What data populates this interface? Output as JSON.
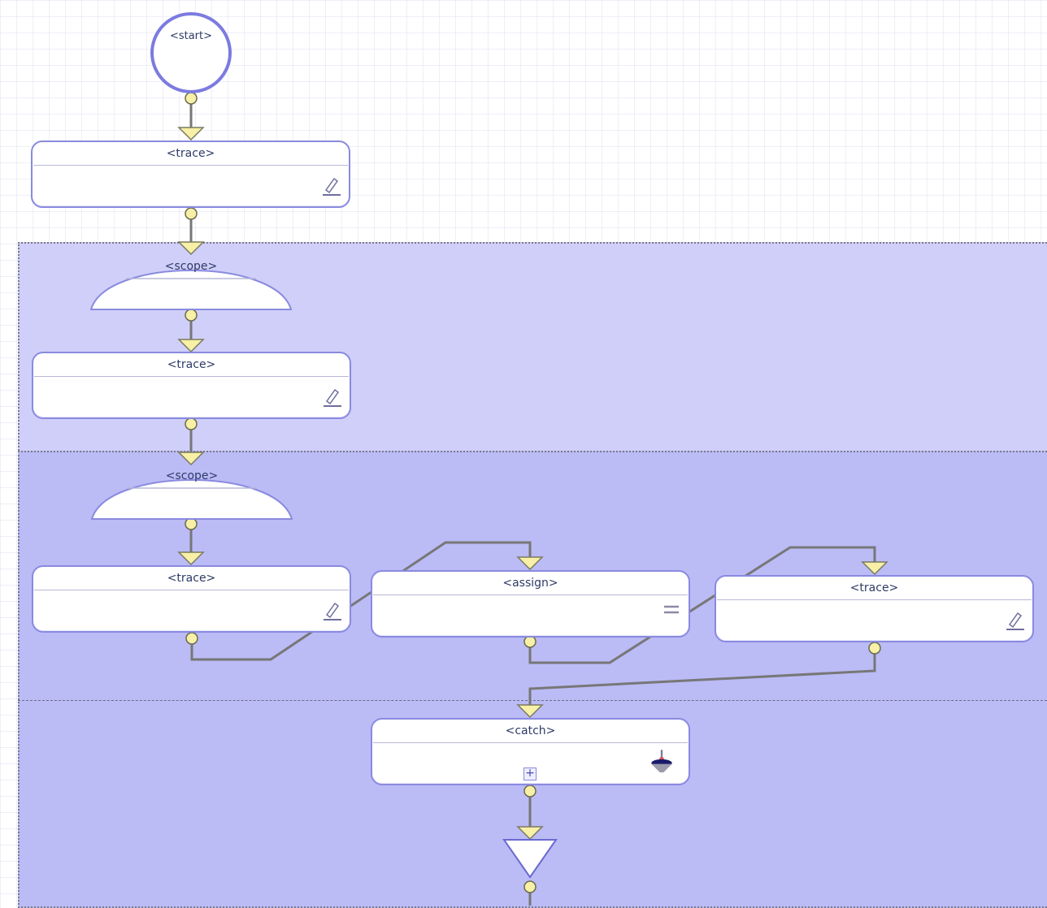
{
  "diagram": {
    "start": {
      "label": "<start>"
    },
    "nodes": {
      "trace_1": "<trace>",
      "scope_1": "<scope>",
      "trace_2": "<trace>",
      "scope_2": "<scope>",
      "trace_3": "<trace>",
      "assign_1": "<assign>",
      "trace_4": "<trace>",
      "catch_1": "<catch>"
    },
    "icons": {
      "trace": "pencil-icon",
      "assign": "equals-icon",
      "catch": "catch-fault-icon",
      "expand": "plus-icon"
    },
    "colors": {
      "node_border": "#8a8ae0",
      "scope_outer_fill": "#cfcff9",
      "scope_inner_fill": "#bbbbf6",
      "connector": "#777777",
      "port_fill": "#f7f0a6"
    }
  }
}
